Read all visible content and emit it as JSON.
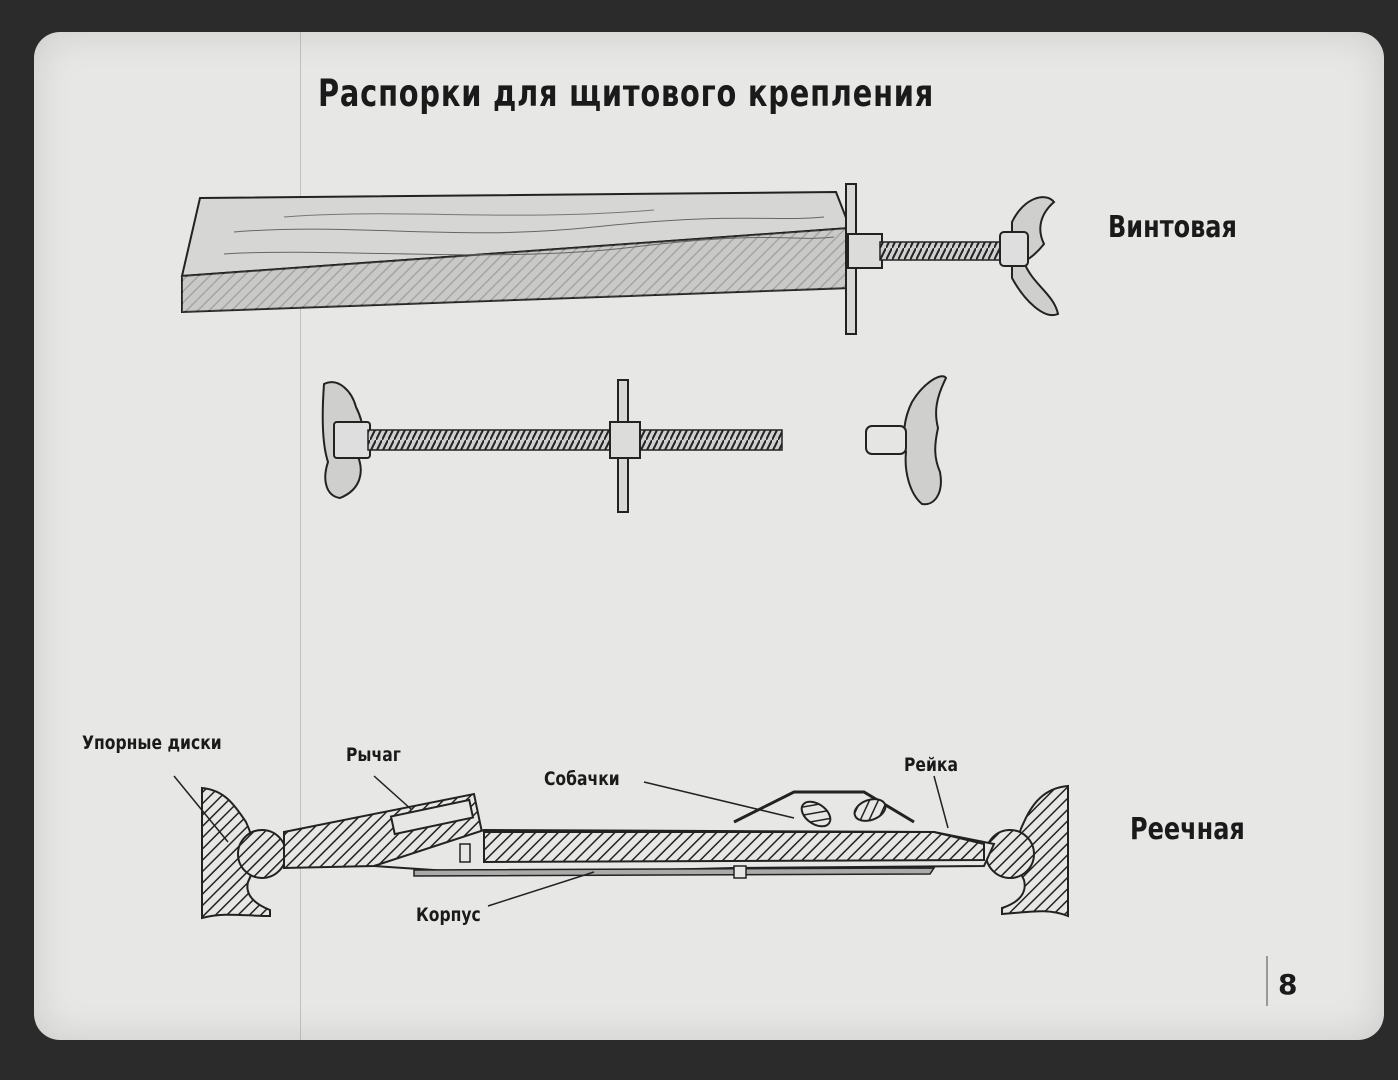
{
  "title": "Распорки для щитового крепления",
  "labels": {
    "screw_type": "Винтовая",
    "rack_type": "Реечная",
    "thrust_discs": "Упорные диски",
    "lever": "Рычаг",
    "pawls": "Собачки",
    "rack": "Рейка",
    "body": "Корпус"
  },
  "page_number": "8",
  "colors": {
    "paper": "#e7e7e5",
    "ink": "#1a1a1a",
    "surround": "#2b2b2b"
  }
}
